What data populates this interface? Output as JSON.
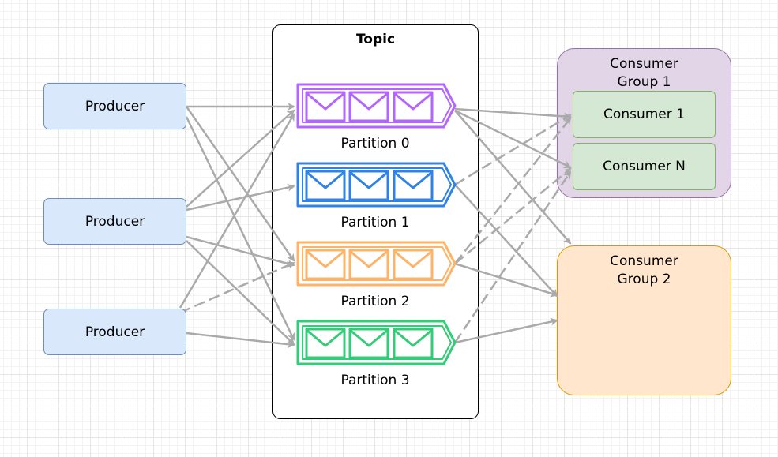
{
  "topic": {
    "title": "Topic"
  },
  "producers": [
    {
      "label": "Producer"
    },
    {
      "label": "Producer"
    },
    {
      "label": "Producer"
    }
  ],
  "partitions": [
    {
      "label": "Partition 0",
      "color": "#b266ff"
    },
    {
      "label": "Partition 1",
      "color": "#2f83e6"
    },
    {
      "label": "Partition 2",
      "color": "#ffb366"
    },
    {
      "label": "Partition 3",
      "color": "#33cc77"
    }
  ],
  "consumer_groups": [
    {
      "title_line1": "Consumer",
      "title_line2": "Group 1",
      "fill": "#e1d5e7",
      "consumers": [
        {
          "label": "Consumer 1"
        },
        {
          "label": "Consumer N"
        }
      ]
    },
    {
      "title_line1": "Consumer",
      "title_line2": "Group 2",
      "fill": "#ffe6cc",
      "consumers": []
    }
  ],
  "colors": {
    "producer_fill": "#dae8fc",
    "consumer_fill": "#d5e8d4",
    "arrow": "#aaaaaa"
  }
}
